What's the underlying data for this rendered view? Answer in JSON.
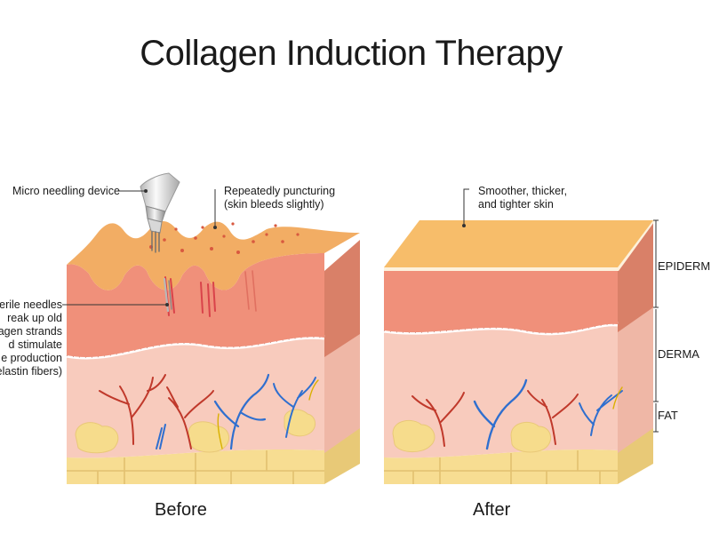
{
  "title": "Collagen Induction Therapy",
  "annotations": {
    "device": "Micro needling device",
    "puncturing": [
      "Repeatedly puncturing",
      "(skin bleeds slightly)"
    ],
    "needles": [
      "terile needles",
      "reak up old",
      "llagen strands",
      "d stimulate",
      "e production",
      "elastin fibers)"
    ],
    "smoother": [
      "Smoother, thicker,",
      "and tighter skin"
    ]
  },
  "layers": {
    "epidermis": "EPIDERM",
    "derma": "DERMA",
    "fat": "FAT"
  },
  "captions": {
    "before": "Before",
    "after": "After"
  },
  "colors": {
    "epidermis_top": "#f2ad64",
    "epidermis_front": "#f0907a",
    "derma": "#f8cbbd",
    "fat": "#f7dd92",
    "artery": "#c0392b",
    "vein": "#2f6fcf"
  }
}
